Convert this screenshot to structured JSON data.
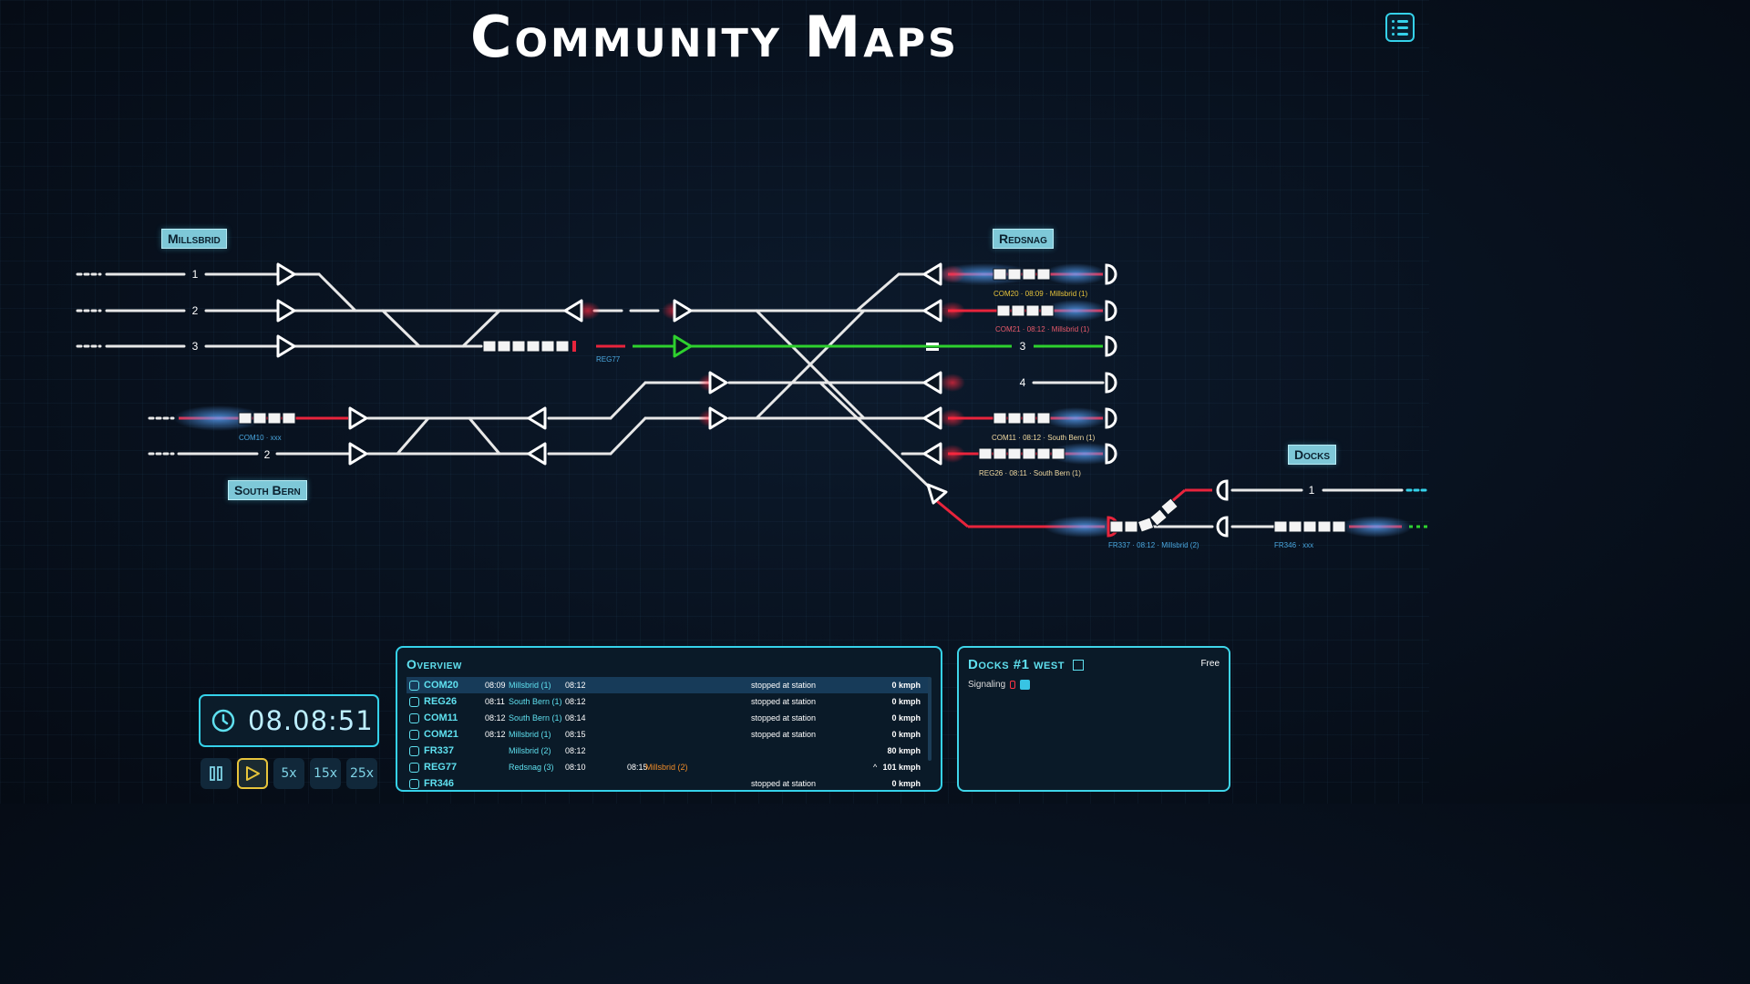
{
  "title": "Community Maps",
  "stations": {
    "millsbrid": "Millsbrid",
    "redsnag": "Redsnag",
    "south_bern": "South Bern",
    "docks": "Docks"
  },
  "track_numbers": {
    "m1": "1",
    "m2": "2",
    "m3": "3",
    "r3": "3",
    "r4": "4",
    "sb2": "2",
    "d1": "1"
  },
  "train_labels": {
    "com20": "COM20 · 08:09 · Millsbrid (1)",
    "com21": "COM21 · 08:12 · Millsbrid (1)",
    "reg77": "REG77",
    "com10": "COM10 · xxx",
    "com11": "COM11 · 08:12 · South Bern (1)",
    "reg26": "REG26 · 08:11 · South Bern (1)",
    "fr337": "FR337 · 08:12 · Millsbrid (2)",
    "fr346": "FR346 · xxx"
  },
  "clock": {
    "time": "08.08:51"
  },
  "speed_controls": {
    "pause": "pause-icon",
    "play": "play-icon",
    "x5": "5x",
    "x15": "15x",
    "x25": "25x"
  },
  "overview": {
    "title": "Overview",
    "rows": [
      {
        "id": "COM20",
        "dep": "08:09",
        "station": "Millsbrid (1)",
        "arr": "08:12",
        "eta": "",
        "next": "",
        "status": "stopped at station",
        "speed": "0 kmph"
      },
      {
        "id": "REG26",
        "dep": "08:11",
        "station": "South Bern (1)",
        "arr": "08:12",
        "eta": "",
        "next": "",
        "status": "stopped at station",
        "speed": "0 kmph"
      },
      {
        "id": "COM11",
        "dep": "08:12",
        "station": "South Bern (1)",
        "arr": "08:14",
        "eta": "",
        "next": "",
        "status": "stopped at station",
        "speed": "0 kmph"
      },
      {
        "id": "COM21",
        "dep": "08:12",
        "station": "Millsbrid (1)",
        "arr": "08:15",
        "eta": "",
        "next": "",
        "status": "stopped at station",
        "speed": "0 kmph"
      },
      {
        "id": "FR337",
        "dep": "",
        "station": "Millsbrid (2)",
        "arr": "08:12",
        "eta": "",
        "next": "",
        "status": "",
        "speed": "80 kmph"
      },
      {
        "id": "REG77",
        "dep": "",
        "station": "Redsnag (3)",
        "arr": "08:10",
        "eta": "08:15",
        "next": "Millsbrid (2)",
        "status": "^",
        "speed": "101 kmph"
      },
      {
        "id": "FR346",
        "dep": "",
        "station": "",
        "arr": "",
        "eta": "",
        "next": "",
        "status": "stopped at station",
        "speed": "0 kmph"
      }
    ]
  },
  "docks_panel": {
    "title": "Docks #1 west",
    "state": "Free",
    "signaling_label": "Signaling"
  },
  "colors": {
    "accent": "#35d2ea",
    "track": "#e8e8e8",
    "occupied": "#e8243c",
    "route": "#2ed12e",
    "gold": "#e7c43b"
  }
}
